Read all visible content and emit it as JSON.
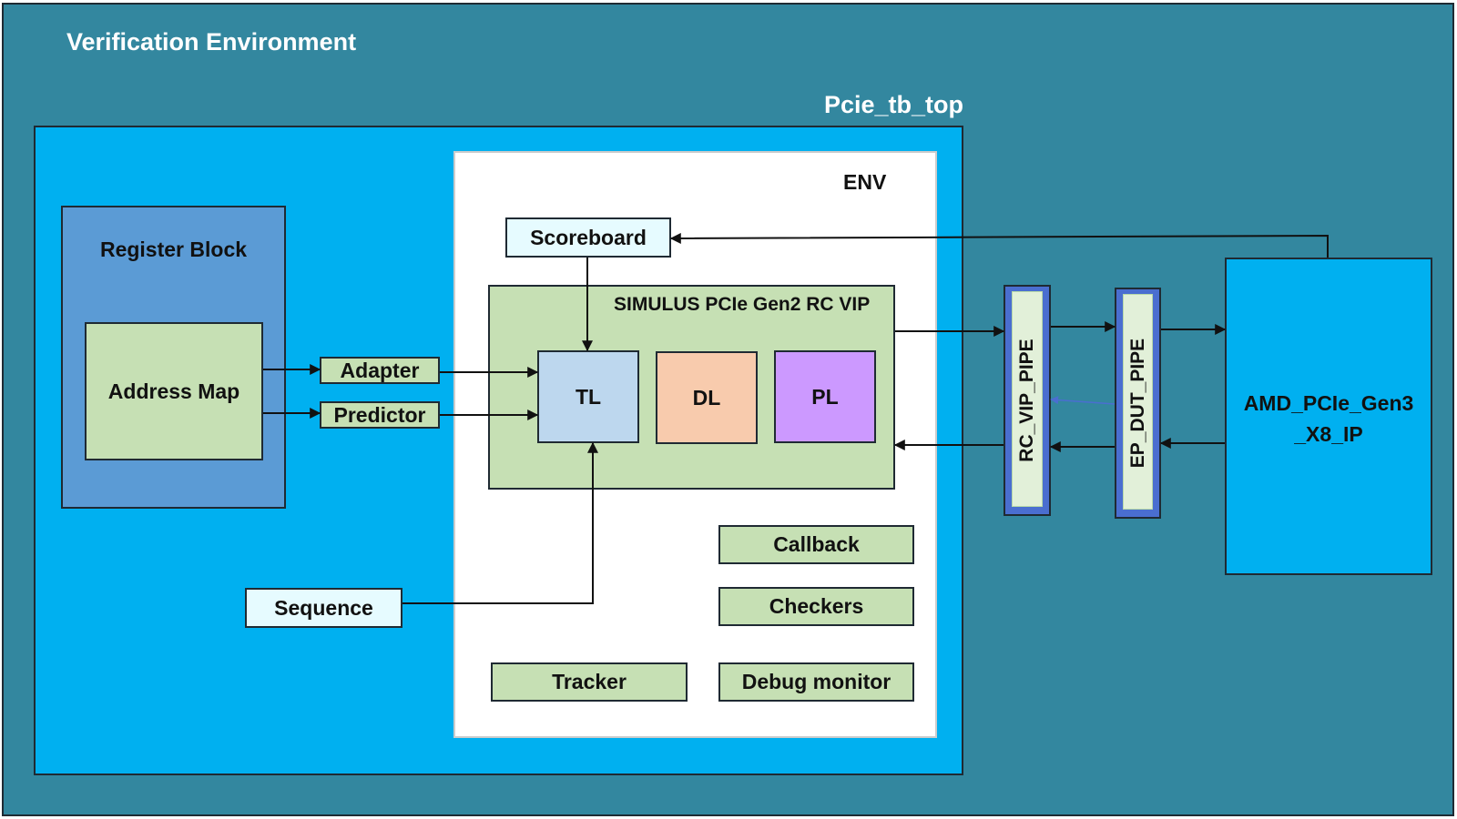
{
  "verification_environment": {
    "title": "Verification Environment"
  },
  "tb_top": {
    "title": "Pcie_tb_top"
  },
  "env": {
    "title": "ENV"
  },
  "register_block": {
    "title": "Register Block",
    "address_map": "Address Map"
  },
  "adapter": "Adapter",
  "predictor": "Predictor",
  "scoreboard": "Scoreboard",
  "sequence": "Sequence",
  "vip": {
    "title": "SIMULUS PCIe Gen2 RC VIP",
    "tl": "TL",
    "dl": "DL",
    "pl": "PL"
  },
  "callback": "Callback",
  "checkers": "Checkers",
  "tracker": "Tracker",
  "debug_monitor": "Debug monitor",
  "rc_vip_pipe": "RC_VIP_PIPE",
  "ep_dut_pipe": "EP_DUT_PIPE",
  "amd_ip": {
    "line1": "AMD_PCIe_Gen3",
    "line2": "_X8_IP"
  },
  "colors": {
    "outer": "#33879f",
    "tb_top": "#00b0f0",
    "register_block": "#5b9bd5",
    "green": "#c6e0b4",
    "tl": "#bdd7ee",
    "dl": "#f8cbad",
    "pl": "#cc99ff",
    "pipe_frame": "#4a6ed0"
  }
}
